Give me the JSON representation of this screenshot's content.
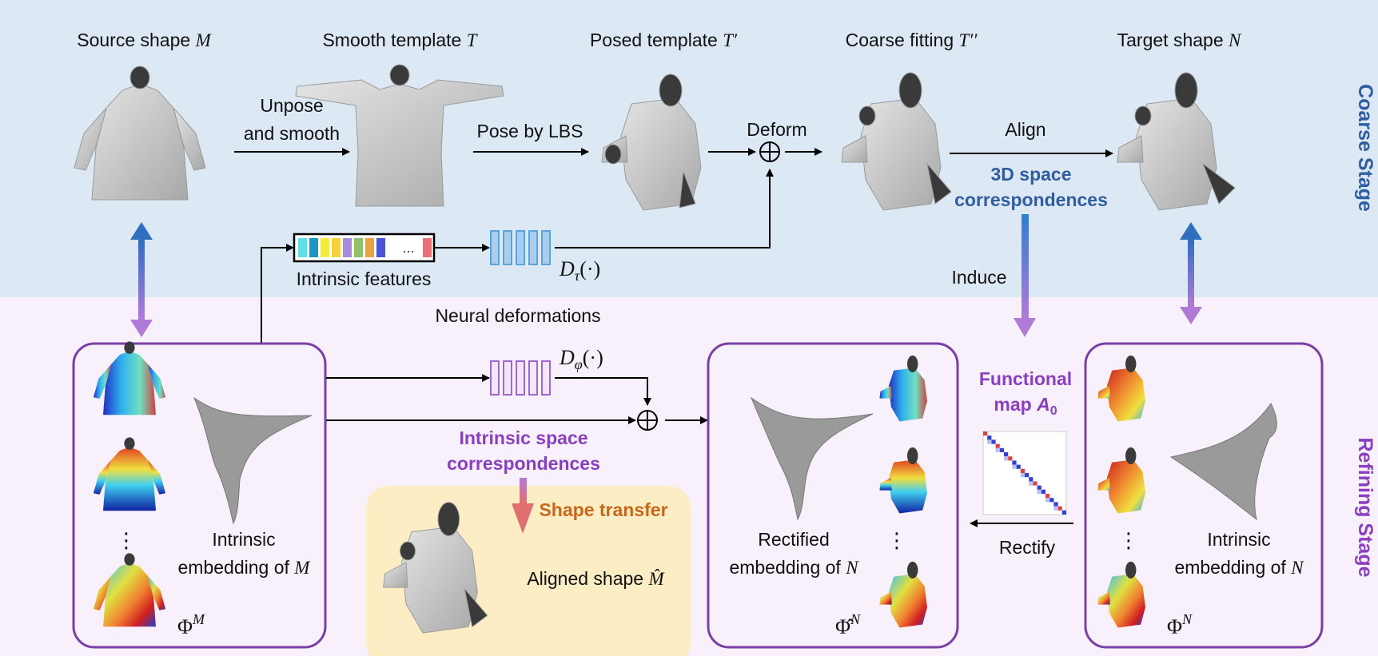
{
  "colors": {
    "coarse_bg": "#dce9f5",
    "refine_bg": "#f8f0fb",
    "transfer_bg": "#fcedc4",
    "panel_border": "#7a3fa6",
    "blue_arrow": "#2f6fc0",
    "purple_arrow": "#b07ad8",
    "blue_text": "#2f5da0",
    "purple_text": "#8a3fc0",
    "orange_text": "#c8661c",
    "decoder_blue": "#5ba3dc",
    "decoder_purple": "#a066d0"
  },
  "stages": {
    "coarse": "Coarse Stage",
    "refining": "Refining Stage"
  },
  "top_row": {
    "source": {
      "text": "Source shape ",
      "math": "M"
    },
    "smooth": {
      "text": "Smooth template ",
      "math": "T"
    },
    "posed": {
      "text": "Posed template ",
      "math": "T′"
    },
    "coarse": {
      "text": "Coarse fitting ",
      "math": "T′′"
    },
    "target": {
      "text": "Target shape ",
      "math": "N"
    }
  },
  "arrows": {
    "unpose_1": "Unpose",
    "unpose_2": "and smooth",
    "pose_lbs": "Pose by LBS",
    "deform": "Deform",
    "align": "Align",
    "induce": "Induce",
    "rectify": "Rectify"
  },
  "features": {
    "label": "Intrinsic features",
    "dots": "...",
    "colors": [
      "#5ee0e6",
      "#1f95c4",
      "#f3ec3a",
      "#f6d13c",
      "#a98ad8",
      "#8ec26a",
      "#e8a33f",
      "#4a54d8",
      "#ee6e78"
    ]
  },
  "decoders": {
    "tau": {
      "text": "D",
      "sub": "τ",
      "args": "(·)"
    },
    "phi": {
      "text": "D",
      "sub": "φ",
      "args": "(·)"
    }
  },
  "neural_deformations": "Neural deformations",
  "correspondences_3d": [
    "3D space",
    "correspondences"
  ],
  "intrinsic_corr": [
    "Intrinsic space",
    "correspondences"
  ],
  "functional_map": {
    "line1": "Functional",
    "line2": "map ",
    "math": "A",
    "sub": "0"
  },
  "shape_transfer": "Shape transfer",
  "aligned_shape": {
    "text": "Aligned shape ",
    "math": "M̂"
  },
  "left_panel": {
    "line1": "Intrinsic",
    "line2": "embedding of ",
    "math": "M",
    "phi": "Φ",
    "phi_sup": "M"
  },
  "middle_panel": {
    "line1": "Rectified",
    "line2": "embedding of ",
    "math": "N",
    "phi": "Φ̂",
    "phi_sup": "N"
  },
  "right_panel": {
    "line1": "Intrinsic",
    "line2": "embedding of ",
    "math": "N",
    "phi": "Φ",
    "phi_sup": "N"
  },
  "vdots": "⋮"
}
